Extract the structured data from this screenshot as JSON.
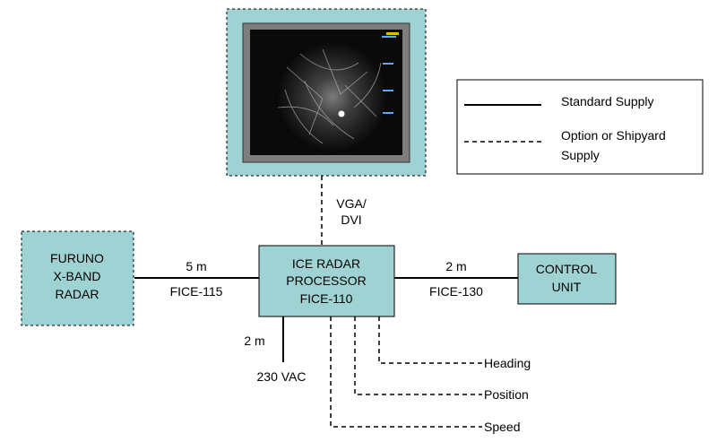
{
  "legend": {
    "standard": "Standard Supply",
    "option_line1": "Option or Shipyard",
    "option_line2": "Supply"
  },
  "processor": {
    "line1": "ICE RADAR",
    "line2": "PROCESSOR",
    "line3": "FICE-110"
  },
  "radar": {
    "line1": "FURUNO",
    "line2": "X-BAND",
    "line3": "RADAR"
  },
  "control_unit": {
    "line1": "CONTROL",
    "line2": "UNIT"
  },
  "connections": {
    "radar_length": "5 m",
    "radar_cable": "FICE-115",
    "control_length": "2 m",
    "control_cable": "FICE-130",
    "power_length": "2 m",
    "power_supply": "230 VAC",
    "display_line1": "VGA/",
    "display_line2": "DVI"
  },
  "inputs": {
    "heading": "Heading",
    "position": "Position",
    "speed": "Speed"
  },
  "colors": {
    "box_fill": "#9fd3d3",
    "screen_frame": "#7d7d7d",
    "screen": "#0a0a0a"
  }
}
